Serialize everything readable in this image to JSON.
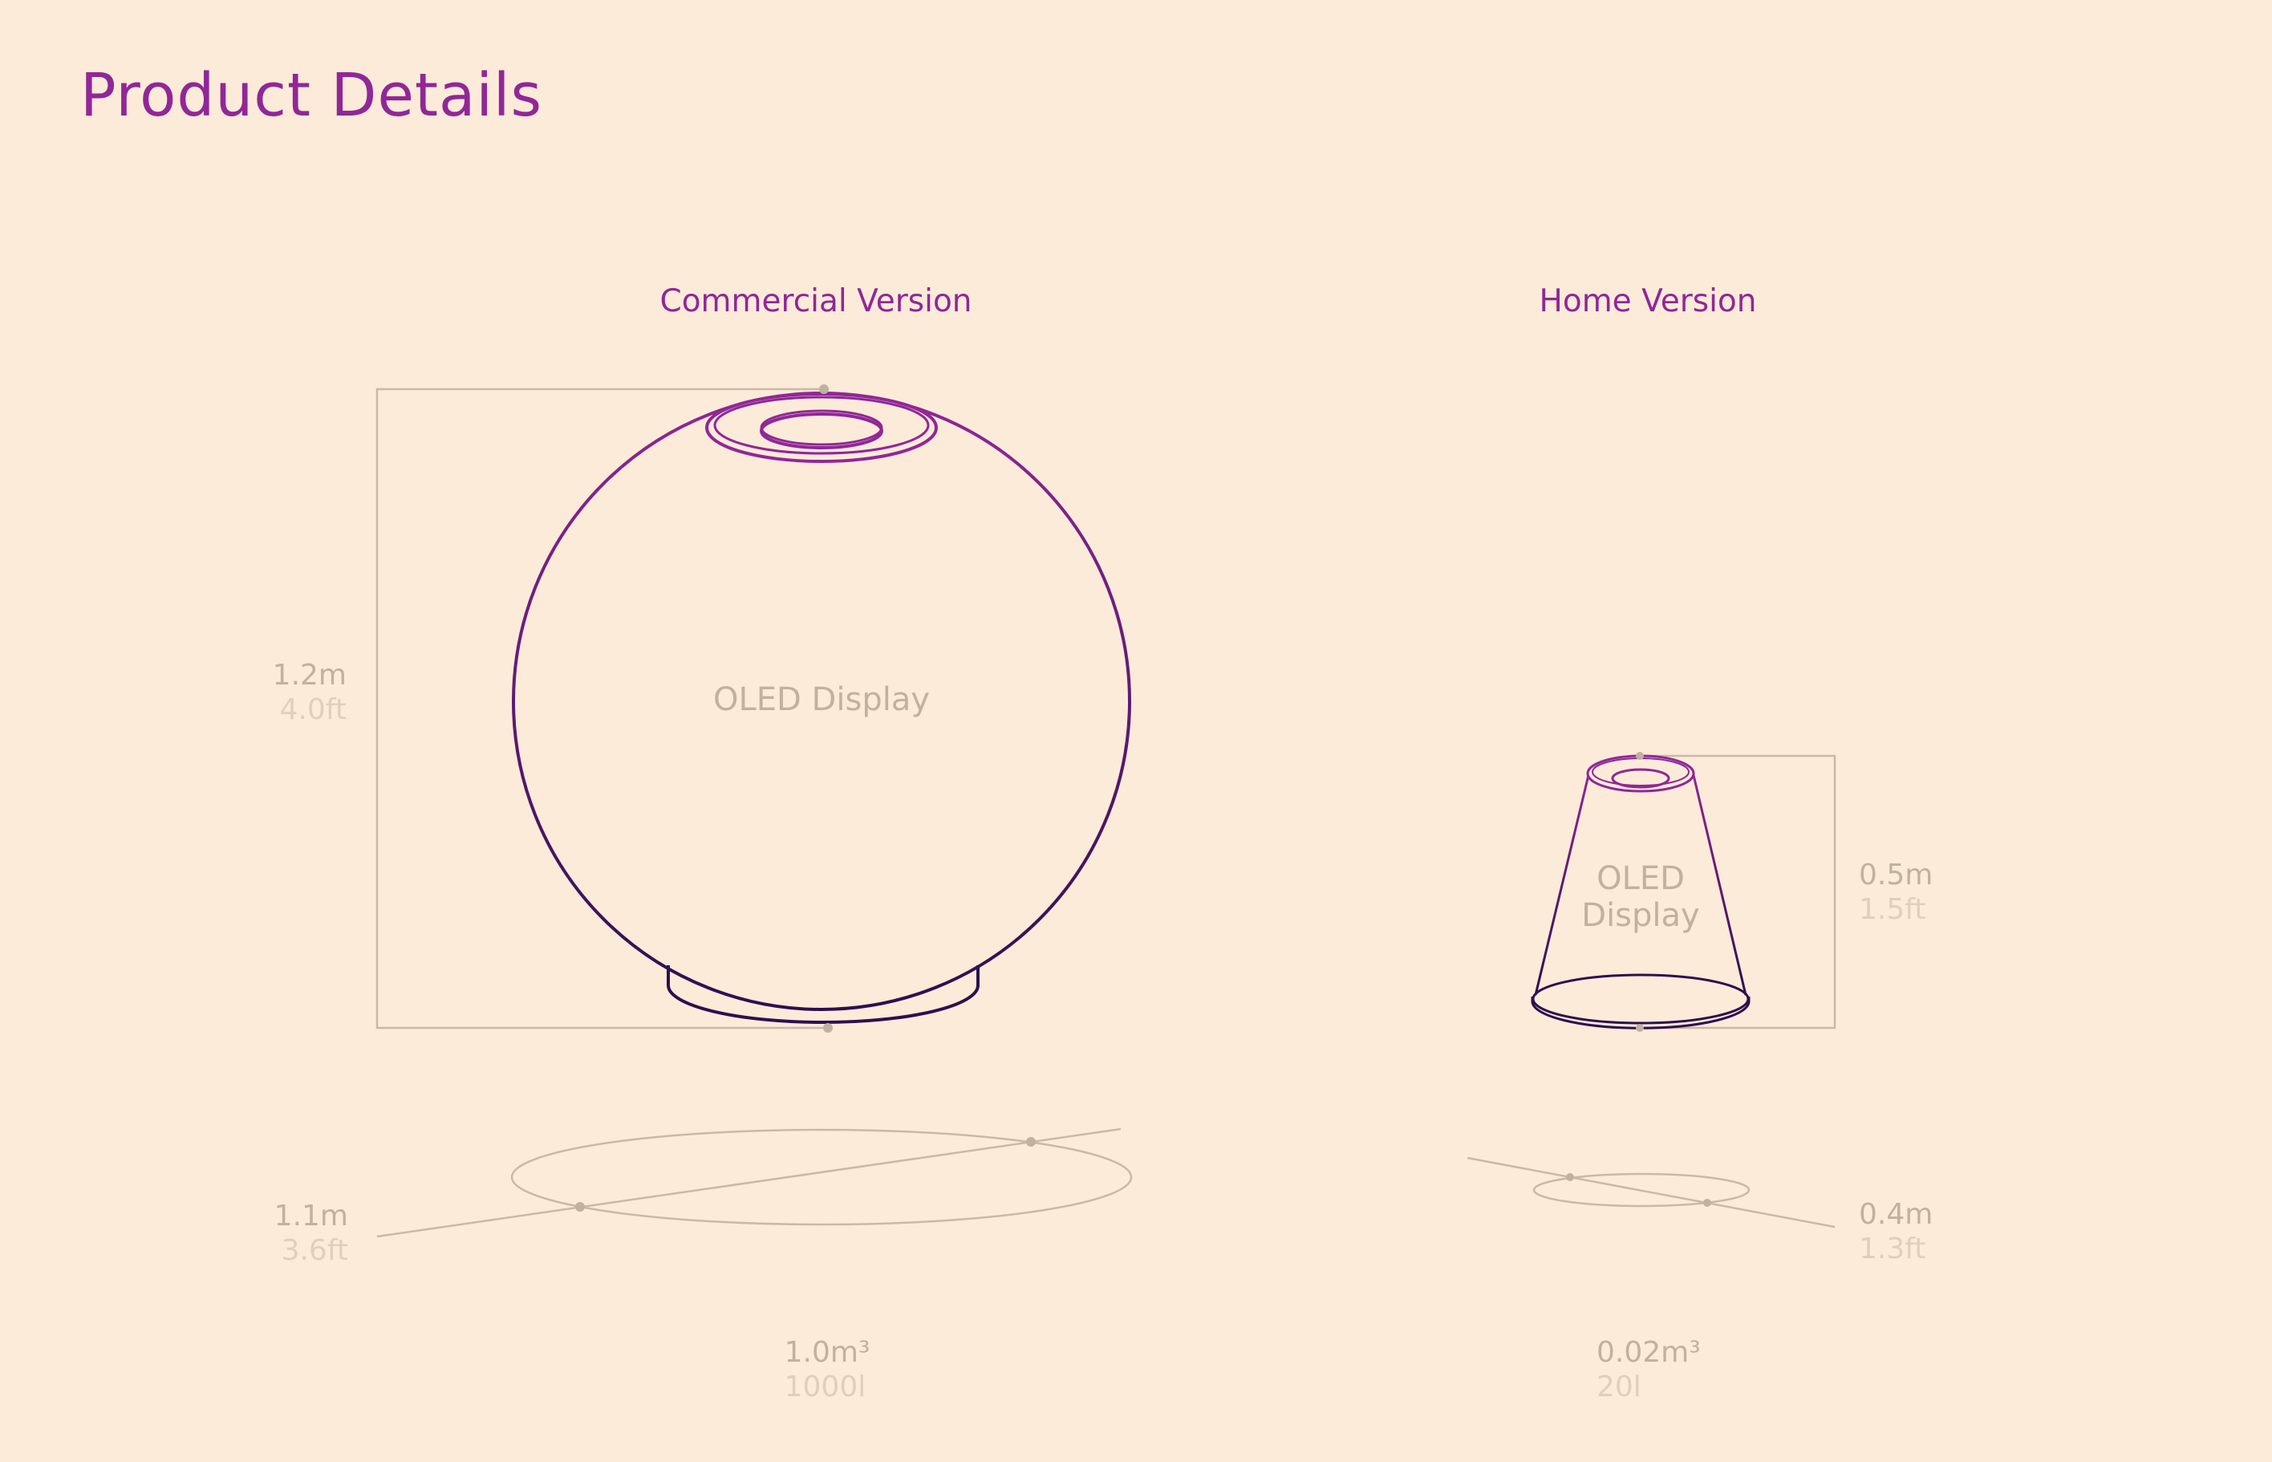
{
  "title": "Product Details",
  "commercial": {
    "heading": "Commercial Version",
    "display_label": "OLED Display",
    "height": {
      "metric": "1.2m",
      "imperial": "4.0ft"
    },
    "diameter": {
      "metric": "1.1m",
      "imperial": "3.6ft"
    },
    "volume": {
      "metric": "1.0m³",
      "liters": "1000l"
    }
  },
  "home": {
    "heading": "Home Version",
    "display_label": "OLED Display",
    "height": {
      "metric": "0.5m",
      "imperial": "1.5ft"
    },
    "diameter": {
      "metric": "0.4m",
      "imperial": "1.3ft"
    },
    "volume": {
      "metric": "0.02m³",
      "liters": "20l"
    }
  },
  "colors": {
    "background": "#fdebd9",
    "accent": "#902797",
    "dark_outline": "#2d0f4f",
    "guide_lines": "#c8b9a8",
    "dim_primary": "#c0b1a0",
    "dim_secondary": "#ded0bc"
  }
}
